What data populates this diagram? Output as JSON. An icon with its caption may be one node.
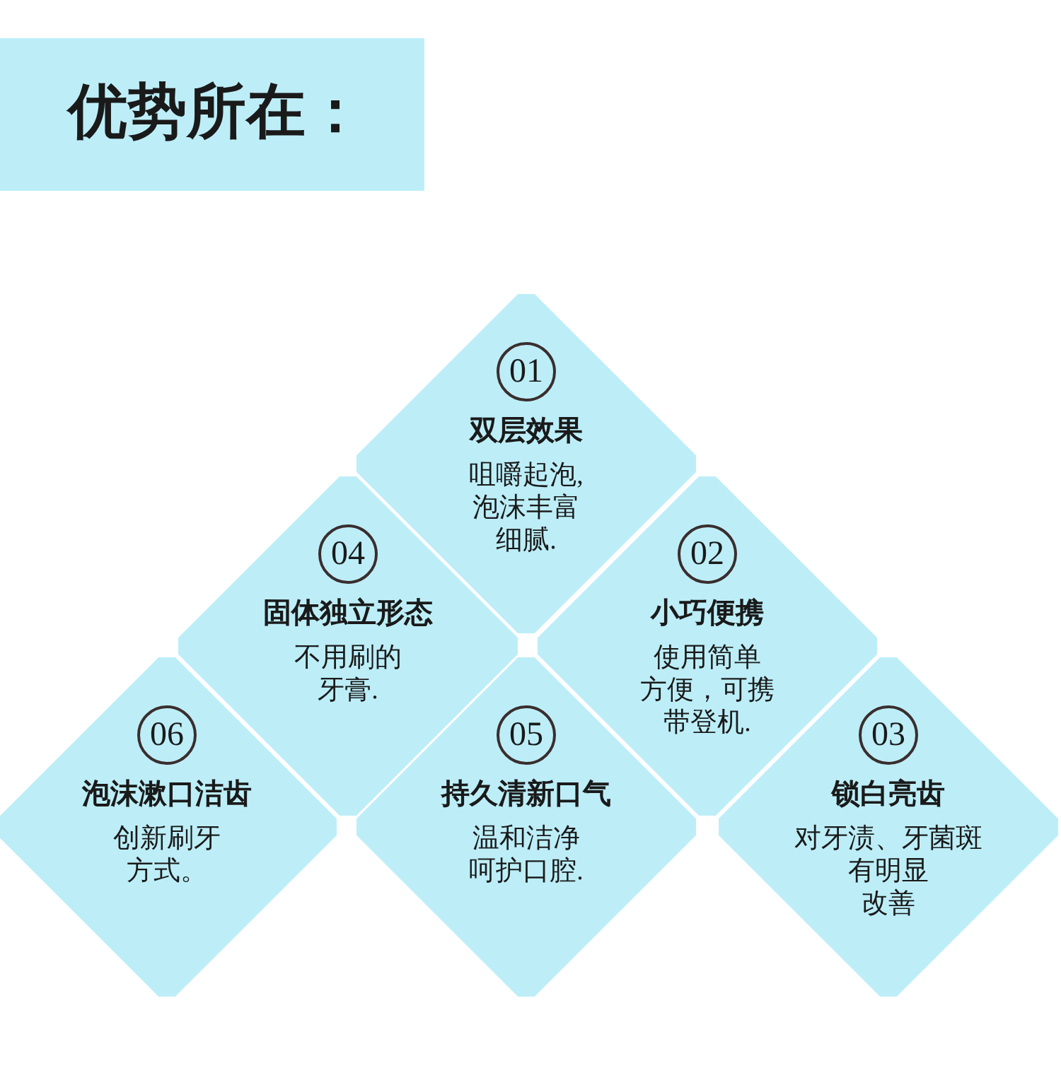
{
  "diagram": {
    "title": "优势所在：",
    "nodes": [
      {
        "text": [
          "01",
          "双层效果",
          "咀嚼起泡,泡沫丰富细腻."
        ]
      },
      {
        "text": [
          "02",
          "小巧便携",
          "使用简单方便，可携带登机."
        ]
      },
      {
        "text": [
          "03",
          "锁白亮齿",
          "对牙渍、牙菌斑有明显改善"
        ]
      },
      {
        "text": [
          "04",
          "固体独立形态",
          "不用刷的牙膏."
        ]
      },
      {
        "text": [
          "05",
          "持久清新口气",
          "温和洁净呵护口腔."
        ]
      },
      {
        "text": [
          "06",
          "泡沫漱口洁齿",
          "创新刷牙方式。"
        ]
      }
    ]
  }
}
